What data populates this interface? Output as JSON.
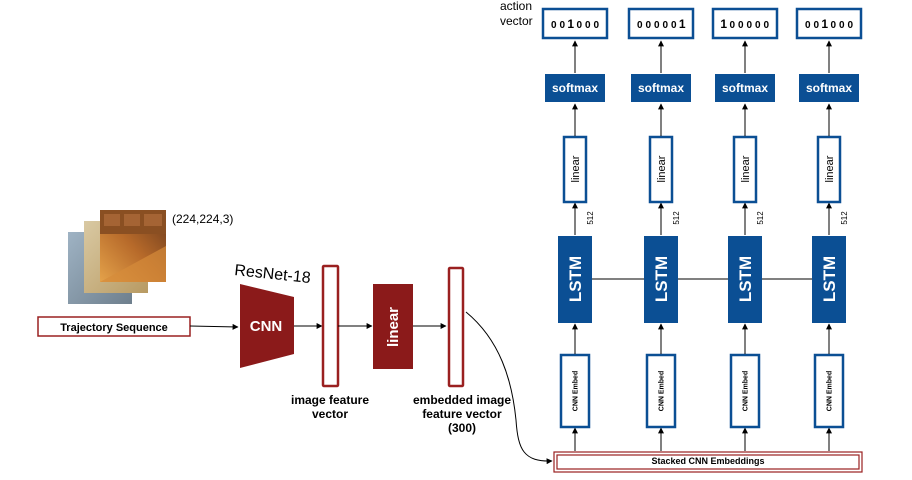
{
  "input": {
    "image_shape": "(224,224,3)",
    "trajectory_label": "Trajectory Sequence"
  },
  "encoder": {
    "resnet_label": "ResNet-18",
    "cnn_label": "CNN",
    "feature_label_1": "image feature",
    "feature_label_2": "vector",
    "linear_label": "linear",
    "embedded_label_1": "embedded image",
    "embedded_label_2": "feature vector",
    "embedded_label_3": "(300)"
  },
  "sequence": {
    "stacked_label": "Stacked CNN Embeddings",
    "cnn_embed_label": "CNN Embed",
    "lstm_label": "LSTM",
    "hidden_size": "512",
    "linear_label": "linear",
    "softmax_label": "softmax",
    "action_label_1": "action",
    "action_label_2": "vector",
    "action_vectors": [
      "001000",
      "000001",
      "100000",
      "001000"
    ]
  },
  "colors": {
    "blue": "#0b4f94",
    "dark_red": "#8b1a1a",
    "border_red": "#9a2020"
  }
}
